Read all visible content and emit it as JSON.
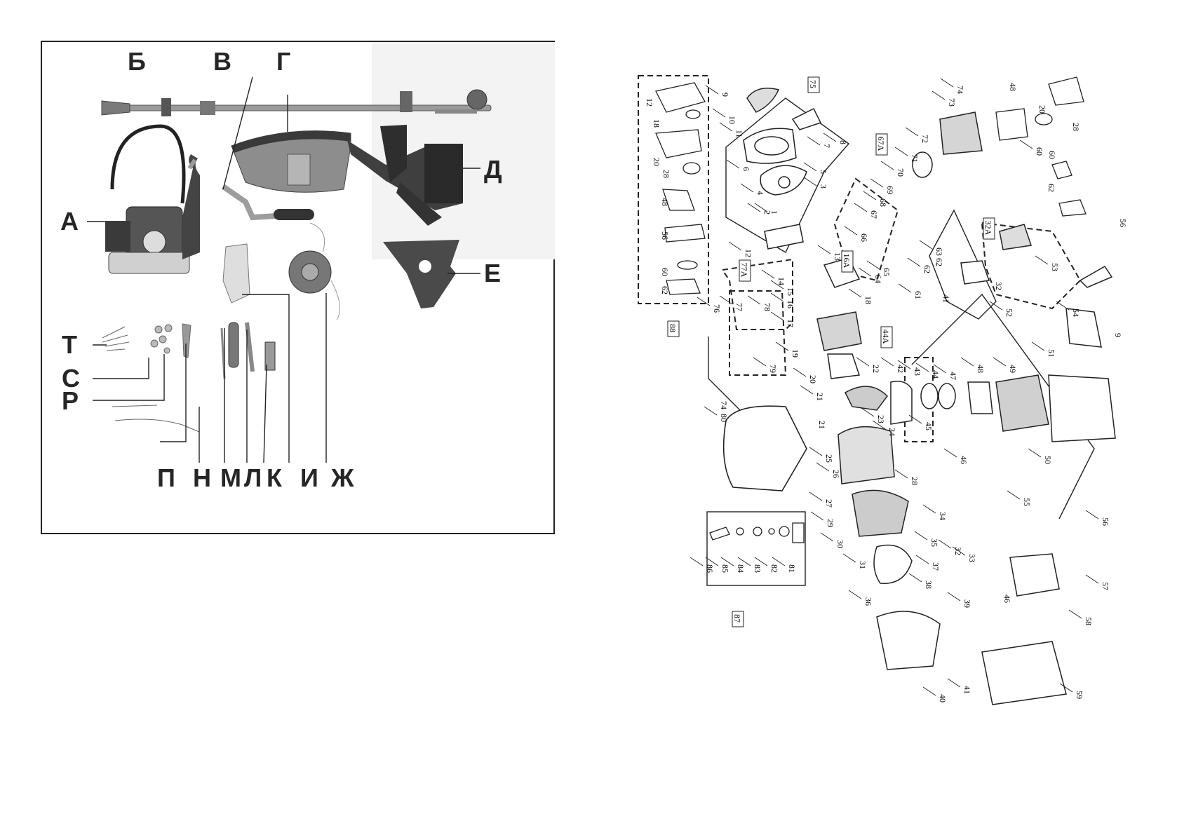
{
  "kit_panel": {
    "labels": {
      "A": "А",
      "B": "Б",
      "V": "В",
      "G": "Г",
      "D": "Д",
      "E": "Е",
      "T": "Т",
      "S": "С",
      "R": "Р",
      "P": "П",
      "N": "Н",
      "M": "М",
      "L": "Л",
      "K": "К",
      "I": "И",
      "ZH": "Ж"
    }
  },
  "exploded_view": {
    "part_numbers": [
      "1",
      "2",
      "3",
      "4",
      "5",
      "6",
      "7",
      "8",
      "9",
      "10",
      "11",
      "12",
      "13",
      "14",
      "15",
      "16",
      "17",
      "18",
      "19",
      "20",
      "21",
      "22",
      "23",
      "24",
      "25",
      "26",
      "27",
      "28",
      "29",
      "30",
      "31",
      "32",
      "33",
      "34",
      "35",
      "36",
      "37",
      "38",
      "39",
      "40",
      "41",
      "42",
      "43",
      "44",
      "45",
      "46",
      "47",
      "48",
      "49",
      "50",
      "51",
      "52",
      "53",
      "54",
      "55",
      "56",
      "57",
      "58",
      "59",
      "60",
      "61",
      "62",
      "63",
      "64",
      "65",
      "66",
      "67",
      "68",
      "69",
      "70",
      "71",
      "72",
      "73",
      "74",
      "75",
      "76",
      "77",
      "78",
      "79",
      "80",
      "81",
      "82",
      "83",
      "84",
      "85",
      "86",
      "87",
      "88"
    ],
    "boxed_refs": [
      "75",
      "67A",
      "16A",
      "77A",
      "44A",
      "32A",
      "88",
      "87"
    ],
    "kit_88_items": [
      "12",
      "18",
      "20",
      "28",
      "48",
      "56",
      "60",
      "62"
    ]
  }
}
